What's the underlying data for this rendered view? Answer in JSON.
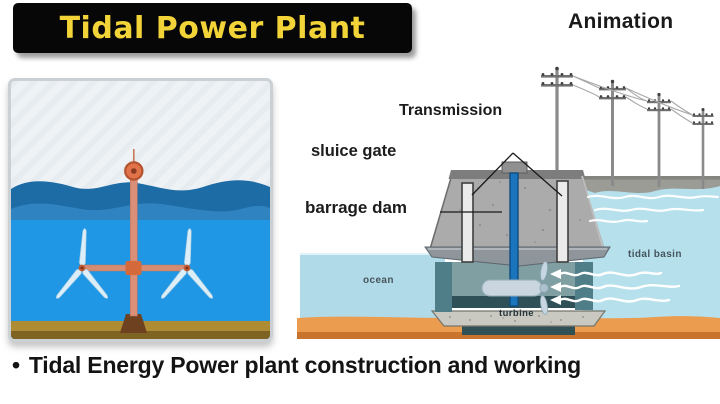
{
  "title": "Tidal Power Plant",
  "corner_label": "Animation",
  "footer": {
    "bullet": "•",
    "text": "Tidal Energy Power plant construction and working"
  },
  "diagram_labels": {
    "transmission": "Transmission",
    "sluice_gate": "sluice gate",
    "barrage_dam": "barrage dam",
    "ocean": "ocean",
    "tidal_basin": "tidal basin",
    "turbine": "turbine"
  },
  "colors": {
    "title_background": "#070707",
    "title_text": "#F2D438",
    "illustration_sea": "#1F97E4",
    "illustration_wave_dark": "#1E6CA6",
    "illustration_structure": "#D98F78",
    "diagram_water": "#B5E0EC",
    "dam_concrete": "#ABABAB",
    "penstock_blue": "#1B75BC",
    "seabed_orange": "#EC9C4E"
  }
}
